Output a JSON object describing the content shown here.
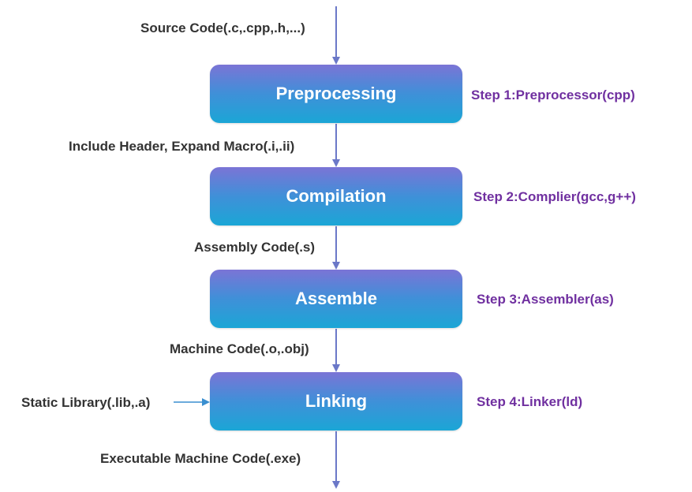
{
  "stages": [
    {
      "name": "Preprocessing",
      "step": "Step 1:Preprocessor(cpp)"
    },
    {
      "name": "Compilation",
      "step": "Step 2:Complier(gcc,g++)"
    },
    {
      "name": "Assemble",
      "step": "Step 3:Assembler(as)"
    },
    {
      "name": "Linking",
      "step": "Step 4:Linker(ld)"
    }
  ],
  "flow_labels": {
    "source": "Source Code(.c,.cpp,.h,...)",
    "preprocessed": "Include Header, Expand Macro(.i,.ii)",
    "assembly": "Assembly Code(.s)",
    "machine": "Machine Code(.o,.obj)",
    "static_lib": "Static Library(.lib,.a)",
    "executable": "Executable Machine Code(.exe)"
  },
  "colors": {
    "arrow": "#6b78c8",
    "lib_arrow": "#3a8fd0",
    "step_text": "#7030a0",
    "flow_text": "#333333",
    "stage_gradient_top": "#7b74d6",
    "stage_gradient_bottom": "#1ba6d6"
  }
}
